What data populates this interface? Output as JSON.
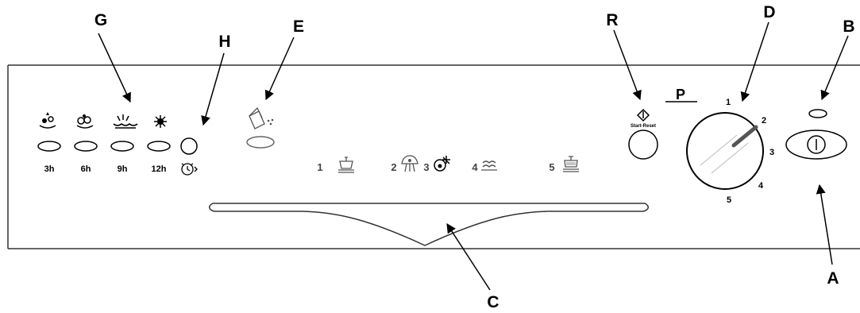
{
  "callouts": {
    "G": "G",
    "H": "H",
    "E": "E",
    "R": "R",
    "D": "D",
    "B": "B",
    "A": "A",
    "C": "C"
  },
  "timers": [
    "3h",
    "6h",
    "9h",
    "12h"
  ],
  "programs": [
    "1",
    "2",
    "3",
    "4",
    "5"
  ],
  "dial": {
    "title": "P",
    "numbers": [
      "1",
      "2",
      "3",
      "4",
      "5"
    ]
  },
  "start_reset_label": "Start-Reset"
}
